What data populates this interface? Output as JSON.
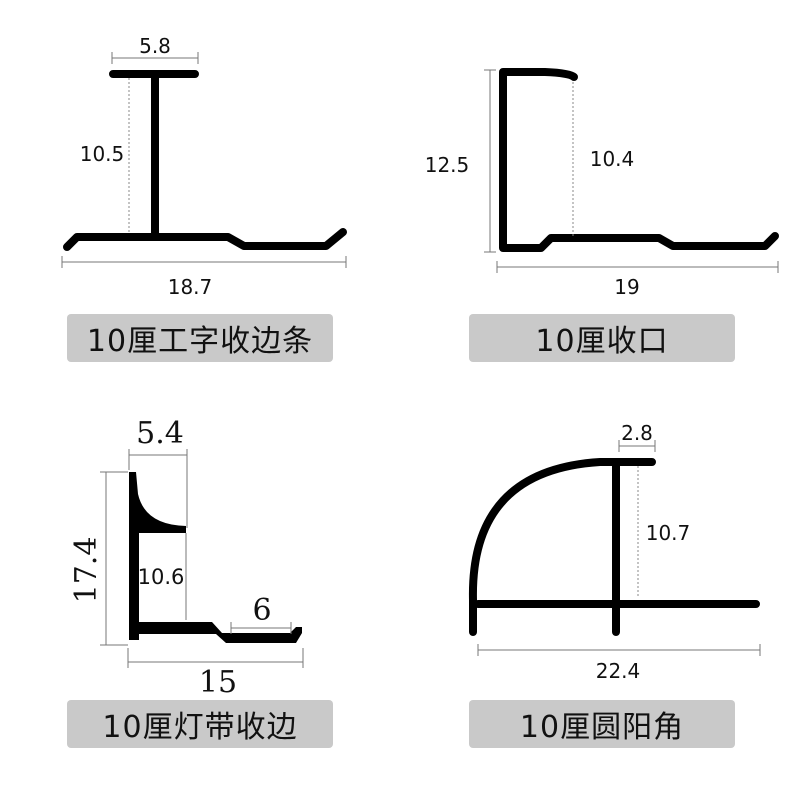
{
  "panels": [
    {
      "name": "10厘工字收边条",
      "dimensions": {
        "top_width": "5.8",
        "height": "10.5",
        "overall_width": "18.7"
      }
    },
    {
      "name": "10厘收口",
      "dimensions": {
        "overall_height": "12.5",
        "inner_height": "10.4",
        "overall_width": "19"
      }
    },
    {
      "name": "10厘灯带收边",
      "dimensions": {
        "top_width": "5.4",
        "overall_height": "17.4",
        "inner_height": "10.6",
        "flange_width": "6",
        "overall_width": "15"
      }
    },
    {
      "name": "10厘圆阳角",
      "dimensions": {
        "top_width": "2.8",
        "height": "10.7",
        "overall_width": "22.4"
      }
    }
  ],
  "colors": {
    "label_bg": "#c9c9c9",
    "profile": "#000000",
    "dim_line": "#777777"
  }
}
